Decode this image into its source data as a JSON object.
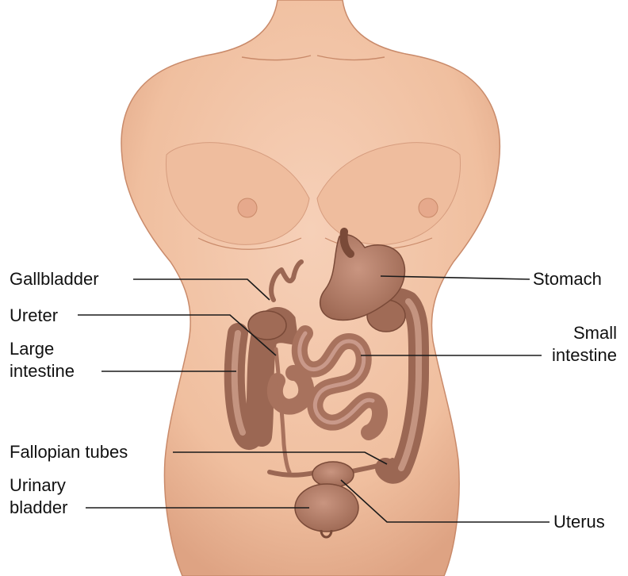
{
  "labels": {
    "gallbladder": "Gallbladder",
    "ureter": "Ureter",
    "large_intestine_1": "Large",
    "large_intestine_2": "intestine",
    "fallopian_tubes": "Fallopian tubes",
    "urinary_bladder_1": "Urinary",
    "urinary_bladder_2": "bladder",
    "stomach": "Stomach",
    "small_intestine_1": "Small",
    "small_intestine_2": "intestine",
    "uterus": "Uterus"
  },
  "colors": {
    "skin": "#f2c2a6",
    "skin_shadow": "#dca184",
    "organ": "#b57d66",
    "organ_dark": "#8a5644",
    "organ_light": "#cf9f88",
    "line": "#1a1a1a"
  }
}
